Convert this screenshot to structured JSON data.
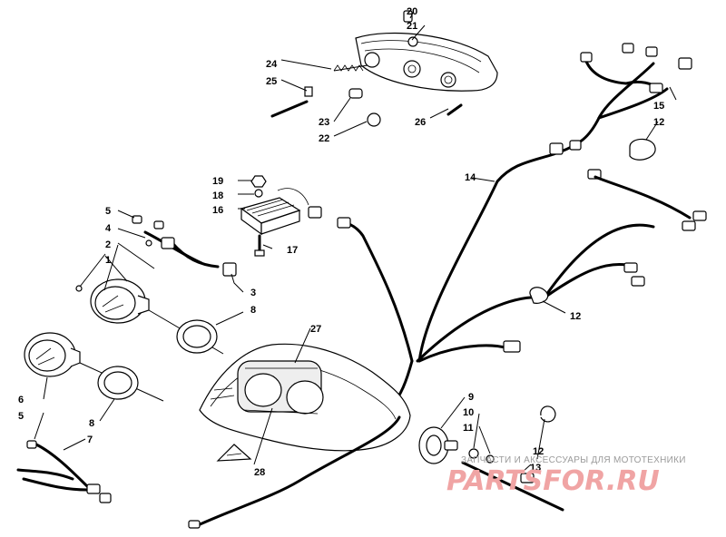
{
  "callouts": {
    "c1": "1",
    "c2": "2",
    "c3": "3",
    "c4": "4",
    "c5a": "5",
    "c5b": "5",
    "c6": "6",
    "c7": "7",
    "c8a": "8",
    "c8b": "8",
    "c9": "9",
    "c10": "10",
    "c11": "11",
    "c12a": "12",
    "c12b": "12",
    "c12c": "12",
    "c13": "13",
    "c14": "14",
    "c15": "15",
    "c16": "16",
    "c17": "17",
    "c18": "18",
    "c19": "19",
    "c20": "20",
    "c21": "21",
    "c22": "22",
    "c23": "23",
    "c24": "24",
    "c25": "25",
    "c26": "26",
    "c27": "27",
    "c28": "28"
  },
  "watermark": {
    "tagline": "ЗАПЧАСТИ И АКСЕССУАРЫ ДЛЯ МОТОТЕХНИКИ",
    "logo": "PARTSFOR.RU",
    "logo_color": "#f0a4a4"
  }
}
